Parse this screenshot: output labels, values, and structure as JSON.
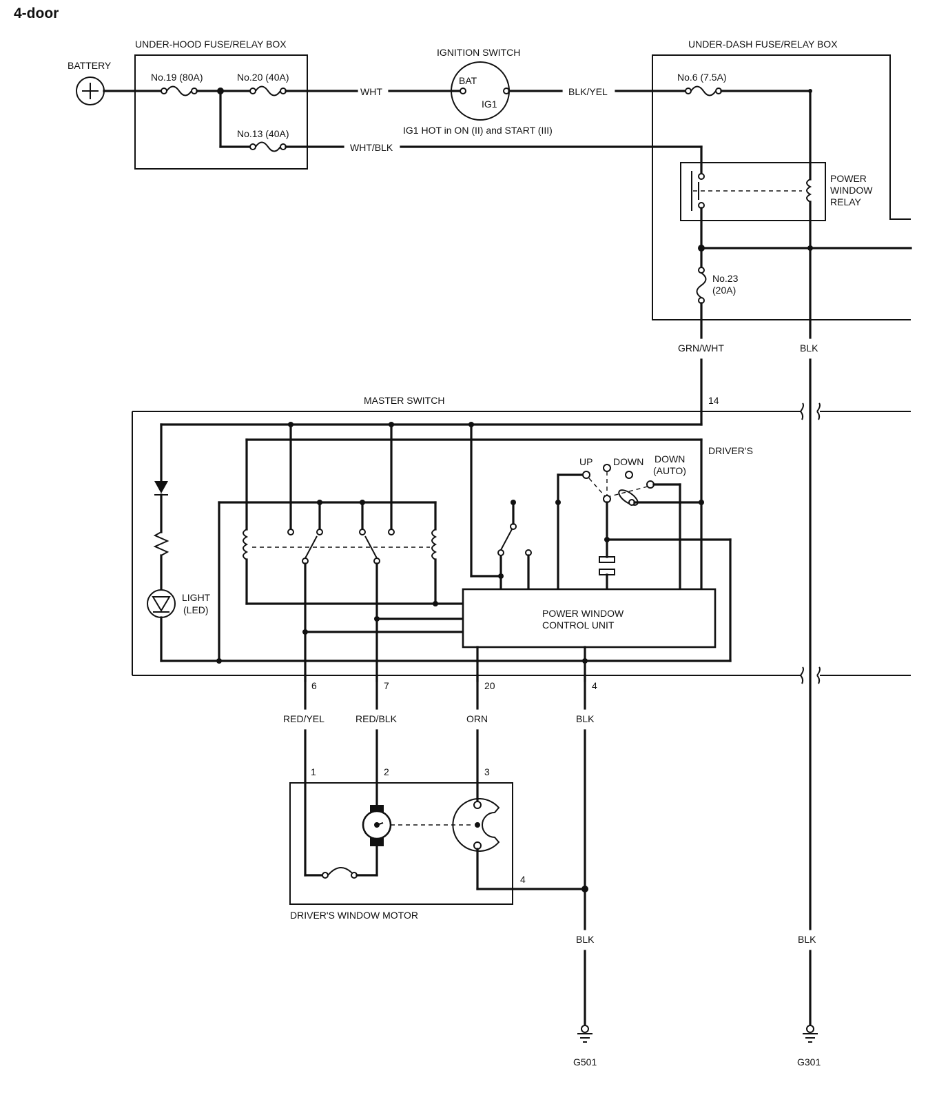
{
  "title": "4-door",
  "battery": {
    "label": "BATTERY"
  },
  "underhood": {
    "label": "UNDER-HOOD FUSE/RELAY BOX",
    "fuses": [
      "No.19 (80A)",
      "No.20 (40A)",
      "No.13 (40A)"
    ]
  },
  "ignition": {
    "label": "IGNITION SWITCH",
    "bat": "BAT",
    "ig1": "IG1",
    "note": "IG1 HOT in ON (II) and START (III)"
  },
  "underdash": {
    "label": "UNDER-DASH FUSE/RELAY BOX",
    "fuse6": "No.6 (7.5A)",
    "fuse23": [
      "No.23",
      "(20A)"
    ],
    "relay": [
      "POWER",
      "WINDOW",
      "RELAY"
    ]
  },
  "wires": {
    "wht": "WHT",
    "blkyel": "BLK/YEL",
    "whtblk": "WHT/BLK",
    "grnwht": "GRN/WHT",
    "blk": "BLK",
    "redyel": "RED/YEL",
    "redblk": "RED/BLK",
    "orn": "ORN"
  },
  "master": {
    "label": "MASTER SWITCH",
    "drivers": "DRIVER'S",
    "up": "UP",
    "down": "DOWN",
    "down_auto": [
      "DOWN",
      "(AUTO)"
    ],
    "light": [
      "LIGHT",
      "(LED)"
    ],
    "pwcu": [
      "POWER WINDOW",
      "CONTROL UNIT"
    ]
  },
  "pins": {
    "p14": "14",
    "p6": "6",
    "p7": "7",
    "p20": "20",
    "p4": "4",
    "m1": "1",
    "m2": "2",
    "m3": "3",
    "m4": "4"
  },
  "motor": {
    "label": "DRIVER'S WINDOW MOTOR"
  },
  "grounds": {
    "g501": "G501",
    "g301": "G301"
  }
}
